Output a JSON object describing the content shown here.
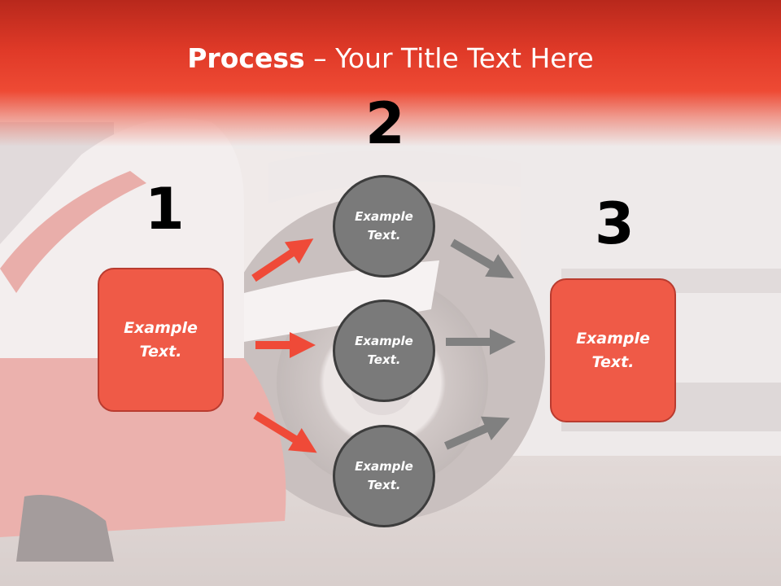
{
  "title": {
    "bold": "Process",
    "rest": " – Your Title Text Here"
  },
  "steps": [
    {
      "number": "1",
      "text_line1": "Example",
      "text_line2": "Text."
    },
    {
      "number": "2"
    },
    {
      "number": "3",
      "text_line1": "Example",
      "text_line2": "Text."
    }
  ],
  "circles": [
    {
      "text_line1": "Example",
      "text_line2": "Text."
    },
    {
      "text_line1": "Example",
      "text_line2": "Text."
    },
    {
      "text_line1": "Example",
      "text_line2": "Text."
    }
  ],
  "colors": {
    "header": "#e03a28",
    "box_fill": "#ef5a47",
    "box_border": "#b93b2f",
    "circle_fill": "#7a7a7a",
    "circle_border": "#3d3d3d",
    "red_arrow": "#ef4a38",
    "gray_arrow": "#808080"
  },
  "background": {
    "description_icon": "mechanic-tire-photo"
  }
}
